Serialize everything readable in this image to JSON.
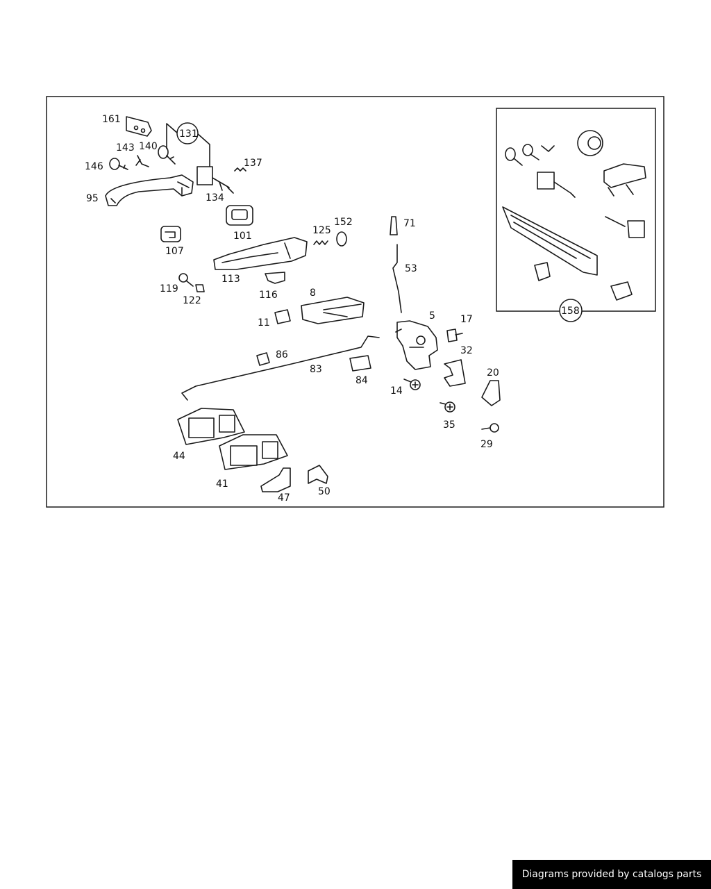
{
  "footer": {
    "text": "Diagrams provided by catalogs parts"
  },
  "callouts": {
    "p161": "161",
    "p143": "143",
    "p140": "140",
    "p131": "131",
    "p137": "137",
    "p146": "146",
    "p95": "95",
    "p134": "134",
    "p101": "101",
    "p107": "107",
    "p125": "125",
    "p152": "152",
    "p71": "71",
    "p53": "53",
    "p113": "113",
    "p119": "119",
    "p122": "122",
    "p116": "116",
    "p8": "8",
    "p11": "11",
    "p5": "5",
    "p17": "17",
    "p86": "86",
    "p83": "83",
    "p84": "84",
    "p32": "32",
    "p20": "20",
    "p14": "14",
    "p35": "35",
    "p29": "29",
    "p44": "44",
    "p41": "41",
    "p47": "47",
    "p50": "50",
    "p158": "158"
  }
}
